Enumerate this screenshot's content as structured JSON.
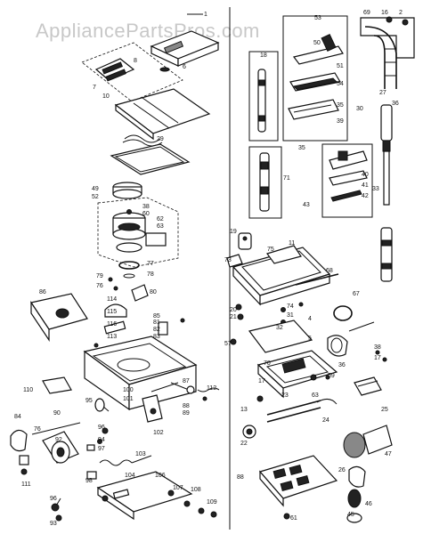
{
  "watermark": "AppliancePartsPros.com",
  "part_numbers": {
    "n1": "1",
    "n2": "2",
    "n4": "4",
    "n5": "5",
    "n6": "6",
    "n7": "7",
    "n8": "8",
    "n10": "10",
    "n11": "11",
    "n13": "13",
    "n16": "16",
    "n17": "17",
    "n18": "18",
    "n19": "19",
    "n20": "20",
    "n21": "21",
    "n22": "22",
    "n23": "23",
    "n24": "24",
    "n25": "25",
    "n26": "26",
    "n27": "27",
    "n29": "29",
    "n30": "30",
    "n31": "31",
    "n32": "32",
    "n33": "33",
    "n35": "35",
    "n36": "36",
    "n38": "38",
    "n39": "39",
    "n40": "40",
    "n41": "41",
    "n42": "42",
    "n43": "43",
    "n45": "45",
    "n46": "46",
    "n47": "47",
    "n49": "49",
    "n50": "50",
    "n51": "51",
    "n52": "52",
    "n53": "53",
    "n54": "54",
    "n57": "57",
    "n59": "59",
    "n60": "60",
    "n61": "61",
    "n62": "62",
    "n63": "63",
    "n67": "67",
    "n68": "68",
    "n69": "69",
    "n70": "70",
    "n71": "71",
    "n73": "73",
    "n74": "74",
    "n75": "75",
    "n76": "76",
    "n77": "77",
    "n78": "78",
    "n79": "79",
    "n80": "80",
    "n81": "81",
    "n82": "82",
    "n83": "83",
    "n84": "84",
    "n85": "85",
    "n86": "86",
    "n87": "87",
    "n88": "88",
    "n89": "89",
    "n90": "90",
    "n92": "92",
    "n93": "93",
    "n94": "94",
    "n95": "95",
    "n96": "96",
    "n97": "97",
    "n98": "98",
    "n100": "100",
    "n101": "101",
    "n102": "102",
    "n103": "103",
    "n104": "104",
    "n106": "106",
    "n107": "107",
    "n108": "108",
    "n109": "109",
    "n110": "110",
    "n111": "111",
    "n112": "112",
    "n113": "113",
    "n114": "114",
    "n115": "115",
    "n116": "116"
  }
}
